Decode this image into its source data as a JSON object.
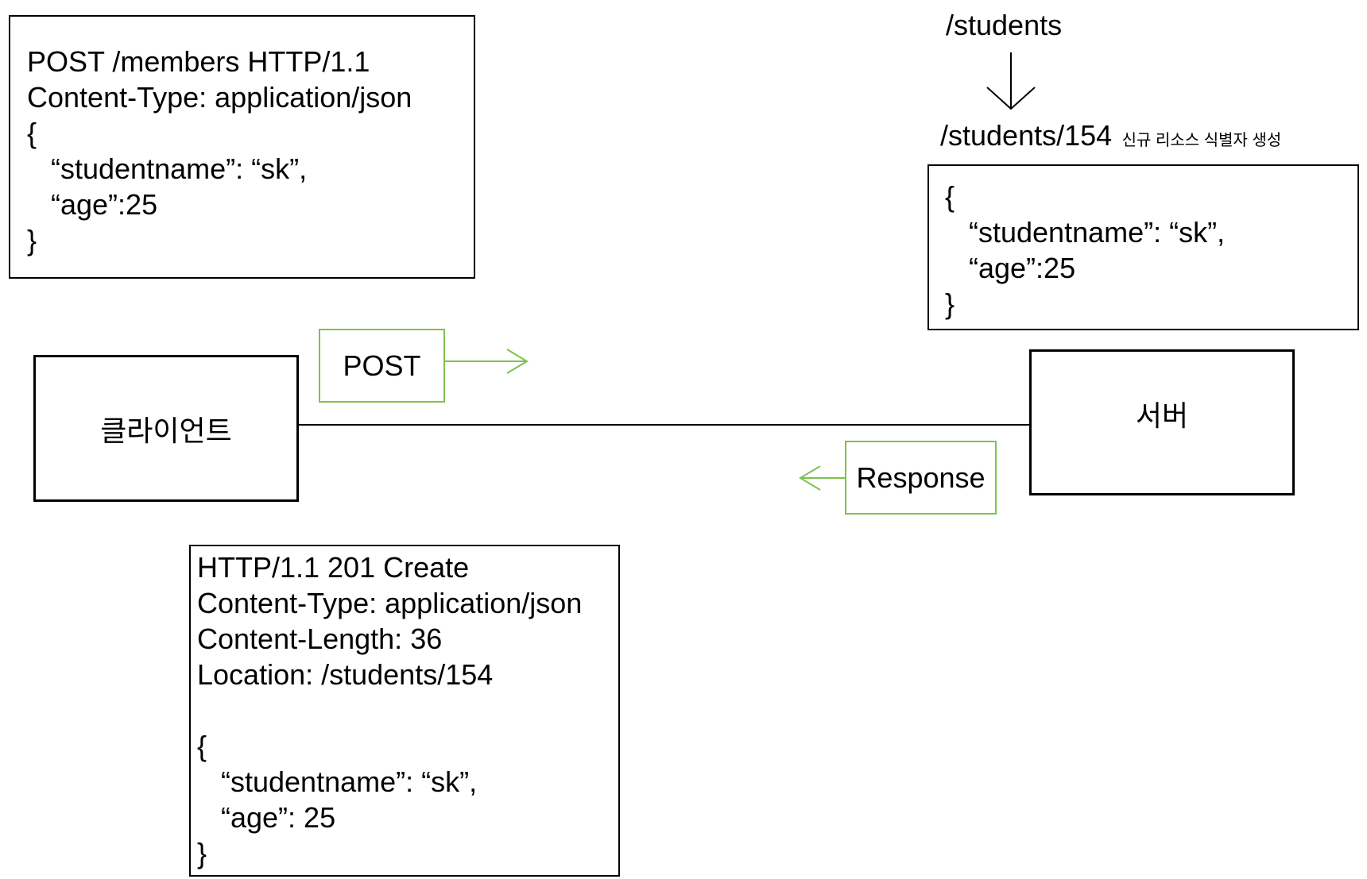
{
  "request_box": {
    "lines": [
      "POST /members HTTP/1.1",
      "Content-Type: application/json",
      "{",
      "   “studentname”: “sk”,",
      "   “age”:25",
      "}"
    ]
  },
  "uri": {
    "before": "/students",
    "after": "/students/154",
    "note": "신규 리소스 식별자 생성"
  },
  "resource_box": {
    "lines": [
      "{",
      "   “studentname”: “sk”,",
      "   “age”:25",
      "}"
    ]
  },
  "client": {
    "label": "클라이언트"
  },
  "server": {
    "label": "서버"
  },
  "post_tag": {
    "label": "POST"
  },
  "response_tag": {
    "label": "Response"
  },
  "response_box": {
    "lines": [
      "HTTP/1.1 201 Create",
      "Content-Type: application/json",
      "Content-Length: 36",
      "Location: /students/154",
      "",
      "{",
      "   “studentname”: “sk”,",
      "   “age”: 25",
      "}"
    ]
  },
  "colors": {
    "accent_green": "#7dc24b",
    "line": "#000000"
  }
}
